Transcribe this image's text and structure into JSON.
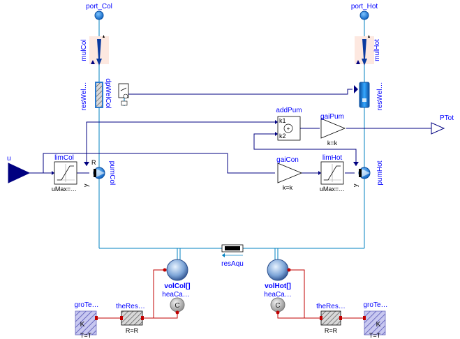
{
  "labels": {
    "port_col": "port_Col",
    "port_hot": "port_Hot",
    "mul_col": "mulCol",
    "mul_hot": "mulHot",
    "res_wel_col": "resWel…",
    "res_wel_hot": "resWel…",
    "dp_wel_col": "dpWelCol",
    "add_pum": "addPum",
    "add_pum_k1": "k1",
    "add_pum_k2": "k2",
    "gai_pum": "gaiPum",
    "gai_pum_param": "k=k",
    "p_tot": "PTot",
    "u": "u",
    "lim_col": "limCol",
    "lim_col_param": "uMax=…",
    "pum_col": "pumCol",
    "gai_con": "gaiCon",
    "gai_con_param": "k=k",
    "lim_hot": "limHot",
    "lim_hot_param": "uMax=…",
    "pum_hot": "pumHot",
    "y_col": "y",
    "y_hot": "y",
    "res_aqu": "resAqu",
    "vol_col": "volCol[]",
    "vol_hot": "volHot[]",
    "hea_ca_col": "heaCa…",
    "hea_ca_hot": "heaCa…",
    "cap_col_letter": "C",
    "cap_hot_letter": "C",
    "gro_te_col": "groTe…",
    "gro_te_hot": "groTe…",
    "the_res_col": "theRes…",
    "the_res_hot": "theRes…",
    "r_col": "R=R",
    "r_hot": "R=R",
    "k_col": "K",
    "k_hot": "K",
    "t_col": "T=T",
    "t_hot": "T=T",
    "sum_sign": "+",
    "pump_ry": "R"
  },
  "colors": {
    "fluid": "#0080c0",
    "signal": "#000080",
    "heat": "#c00000",
    "label": "#0000ff",
    "multiplier_bg": "#fde8e0",
    "ground_fill": "#9a9ad8"
  },
  "icons": {
    "port": "fluid-port-icon",
    "multiplier": "flow-multiplier-icon",
    "resistance": "well-resistance-icon",
    "sensor": "pressure-sensor-icon",
    "add": "sum-block-icon",
    "gain": "gain-icon",
    "limiter": "limiter-icon",
    "pump": "pump-icon",
    "volume": "mixing-volume-icon",
    "capacitor": "heat-capacitor-icon",
    "thermal_resistor": "thermal-resistor-icon",
    "fixed_temperature": "fixed-temperature-icon"
  }
}
